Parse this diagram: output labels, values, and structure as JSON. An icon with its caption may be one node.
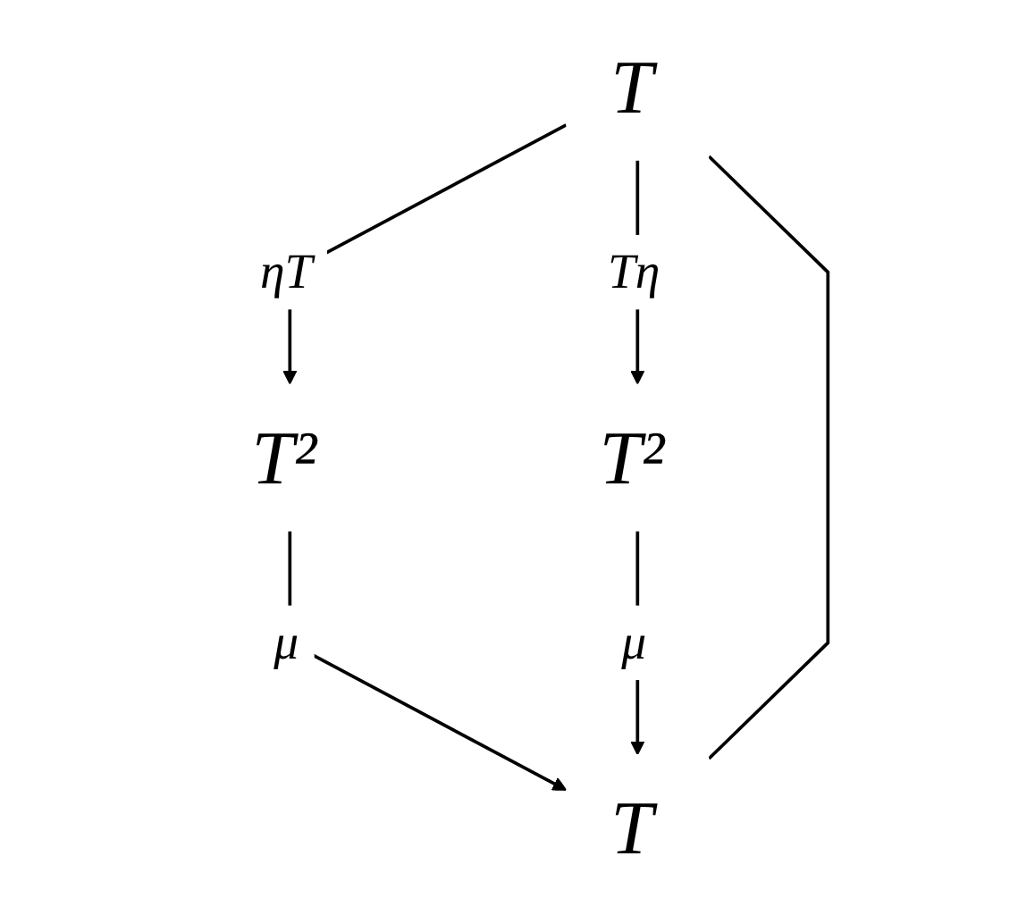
{
  "diagram": {
    "nodes": [
      {
        "text": [
          "T"
        ]
      },
      {
        "text": [
          "T²"
        ]
      },
      {
        "text": [
          "T²"
        ]
      },
      {
        "text": [
          "T"
        ]
      }
    ],
    "edges": [
      {
        "from": 0,
        "to": 1,
        "arrow": "to",
        "label": "ηT"
      },
      {
        "from": 0,
        "to": 2,
        "arrow": "to",
        "label": "Tη"
      },
      {
        "from": 1,
        "to": 3,
        "arrow": "to",
        "label": "μ"
      },
      {
        "from": 2,
        "to": 3,
        "arrow": "to",
        "label": "μ"
      },
      {
        "from": 0,
        "to": 3,
        "arrow": "none"
      }
    ]
  }
}
